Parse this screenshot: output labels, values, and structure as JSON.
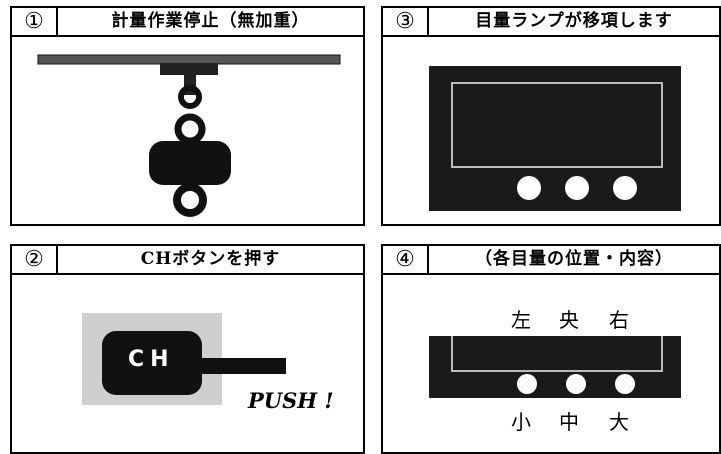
{
  "panels": [
    {
      "number": "①",
      "title": "計量作業停止（無加重）"
    },
    {
      "number": "③",
      "title": "目量ランプが移項します"
    },
    {
      "number": "②",
      "title": "CHボタンを押す"
    },
    {
      "number": "④",
      "title": "（各目量の位置・内容）"
    }
  ],
  "button_label": "CH",
  "push_label": "PUSH !",
  "position_labels": {
    "left": "左",
    "center": "央",
    "right": "右"
  },
  "size_labels": {
    "small": "小",
    "medium": "中",
    "large": "大"
  }
}
